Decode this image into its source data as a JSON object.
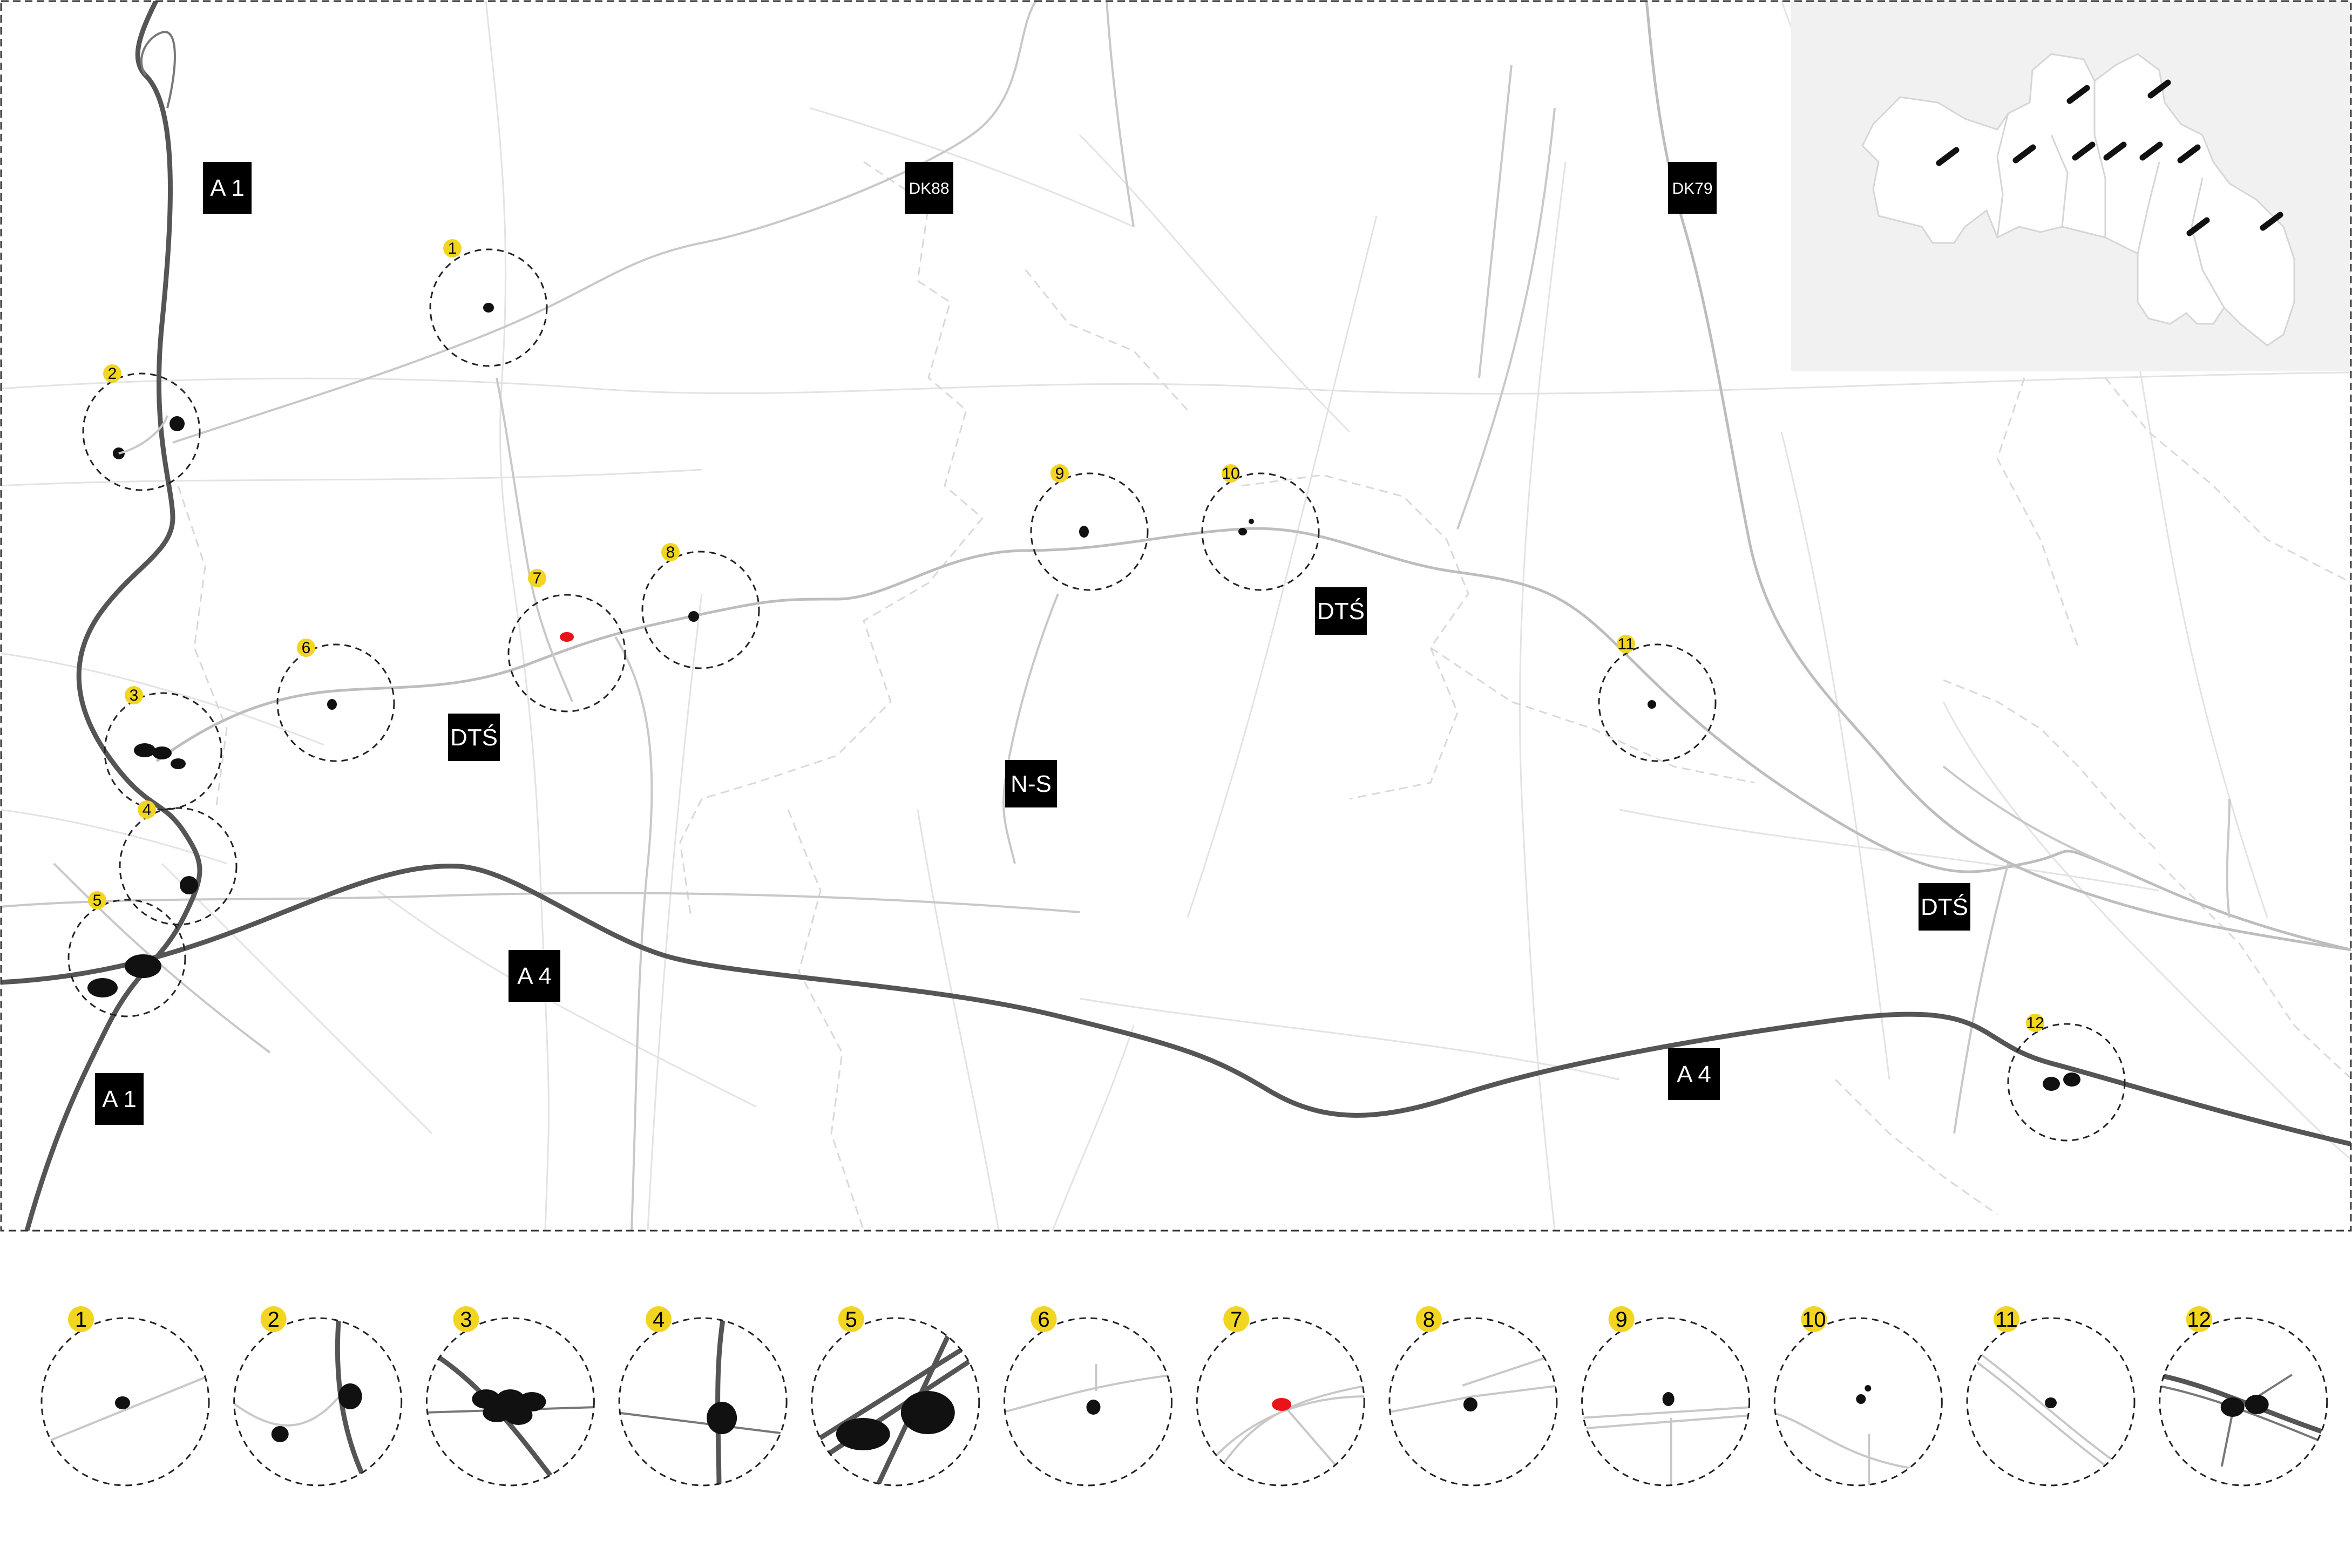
{
  "map": {
    "road_labels": [
      {
        "id": "a1-north",
        "text": "A 1"
      },
      {
        "id": "a1-south",
        "text": "A 1"
      },
      {
        "id": "a4-west",
        "text": "A 4"
      },
      {
        "id": "a4-east",
        "text": "A 4"
      },
      {
        "id": "dk88",
        "text": "DK88"
      },
      {
        "id": "dk79",
        "text": "DK79"
      },
      {
        "id": "dts-west",
        "text": "DTŚ"
      },
      {
        "id": "dts-center",
        "text": "DTŚ"
      },
      {
        "id": "dts-east",
        "text": "DTŚ"
      },
      {
        "id": "ns",
        "text": "N-S"
      }
    ],
    "nodes": [
      "1",
      "2",
      "3",
      "4",
      "5",
      "6",
      "7",
      "8",
      "9",
      "10",
      "11",
      "12"
    ],
    "highlighted_node": "7",
    "colors": {
      "highlight": "#e8141a",
      "badge": "#f2d520",
      "highway": "#555555",
      "road": "#c8c8c8",
      "inset_bg": "#f1f1f2"
    }
  },
  "detail_strip": {
    "items": [
      "1",
      "2",
      "3",
      "4",
      "5",
      "6",
      "7",
      "8",
      "9",
      "10",
      "11",
      "12"
    ]
  }
}
